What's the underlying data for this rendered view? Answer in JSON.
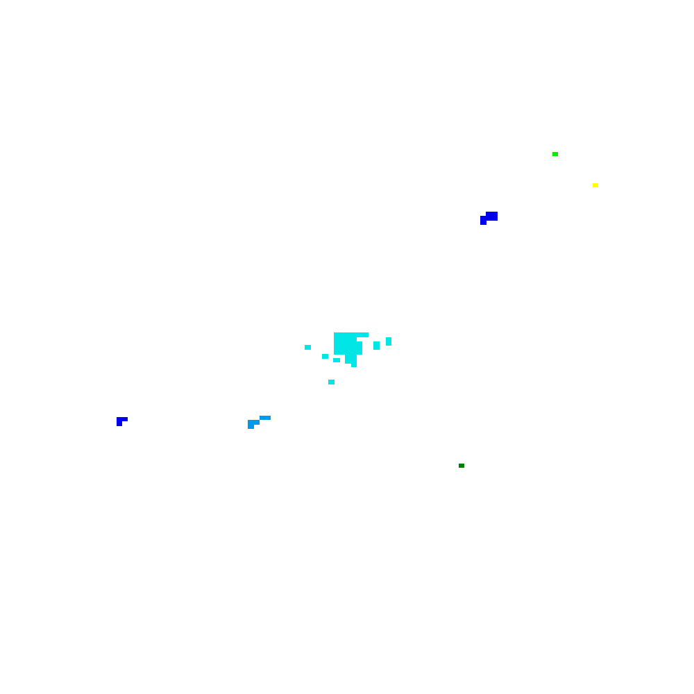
{
  "map": {
    "background": "#ffffff",
    "palette": {
      "cyan": "#00e5e5",
      "sky_blue": "#0099ee",
      "blue": "#0000ee",
      "green": "#00ee00",
      "dark_green": "#008000",
      "yellow": "#ffff00"
    },
    "clusters": [
      {
        "name": "cyan-cluster-center",
        "color": "cyan"
      },
      {
        "name": "blue-cluster-northeast",
        "color": "blue"
      },
      {
        "name": "blue-cluster-west",
        "color": "blue"
      },
      {
        "name": "sky-blue-cluster-west",
        "color": "sky_blue"
      },
      {
        "name": "green-point-northeast",
        "color": "green"
      },
      {
        "name": "yellow-point-east",
        "color": "yellow"
      },
      {
        "name": "dark-green-point-southeast",
        "color": "dark_green"
      }
    ]
  }
}
